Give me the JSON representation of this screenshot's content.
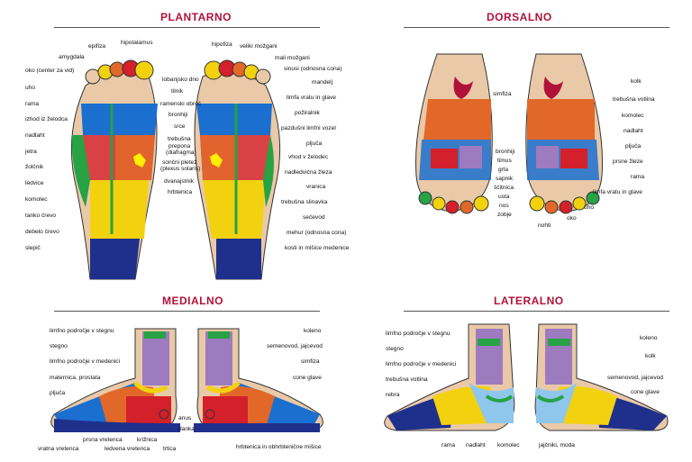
{
  "panels": {
    "plantarno": {
      "title": "PLANTARNO",
      "left_labels": [
        "epifiza",
        "hipotalamus",
        "amygdala",
        "oko (center za vid)",
        "uho",
        "rama",
        "izhod iz želodca",
        "nadlaht",
        "jetra",
        "žolčnik",
        "ledvice",
        "komolec",
        "tanko črevo",
        "debelo črevo",
        "slepič"
      ],
      "center_labels": [
        "lobanjsko dno",
        "tilnik",
        "ramenski obroč",
        "bronhiji",
        "srce",
        "trebušna",
        "prepona",
        "(diafragma)",
        "sončni pletež",
        "(plexus solaris)",
        "dvanajstnik",
        "hrbtenica"
      ],
      "right_labels": [
        "hipofiza",
        "veliki možgani",
        "mali možgani",
        "sinusi (odnosna cona)",
        "mandelj",
        "limfa vratu in glave",
        "požiralnik",
        "pazdušni limfni vozel",
        "pljuča",
        "vhod v želodec",
        "nadledvična žleza",
        "vranica",
        "trebušna slinavka",
        "sečevod",
        "mehur (odnosna cona)",
        "kosti in mišice medenice"
      ]
    },
    "dorsalno": {
      "title": "DORSALNO",
      "left_labels": [
        "simfiza",
        "bronhiji",
        "timus",
        "grla",
        "sapnik",
        "ščitnica",
        "usta",
        "nos",
        "zobje"
      ],
      "right_labels": [
        "kolk",
        "trebušna votlina",
        "komolec",
        "nadlaht",
        "pljuča",
        "prsne žleze",
        "rama",
        "limfa vratu in glave"
      ],
      "bottom_labels": [
        "uho",
        "oko",
        "nohti"
      ]
    },
    "medialno": {
      "title": "MEDIALNO",
      "left_labels": [
        "limfno področje v stegnu",
        "stegno",
        "limfno področje v medenici",
        "maternica, prostata",
        "pljuča"
      ],
      "right_labels": [
        "koleno",
        "semenovod, jajcevod",
        "simfiza",
        "cone glave",
        "anus",
        "danka"
      ],
      "bottom_labels": [
        "prsna vretenca",
        "vratna vretenca",
        "ledvena vretenca",
        "križnica",
        "trtica",
        "hrbtenica in obhrbtenične mišice"
      ]
    },
    "lateralno": {
      "title": "LATERALNO",
      "left_labels": [
        "limfno področje v stegnu",
        "stegno",
        "limfno področje v medenici",
        "trebušna votlina",
        "rebra"
      ],
      "right_labels": [
        "koleno",
        "kolk",
        "semenovod, jajcevod",
        "cone glave"
      ],
      "bottom_labels": [
        "rama",
        "nadlaht",
        "komolec",
        "jajčniki, moda"
      ]
    }
  },
  "colors": {
    "title": "#b0123a",
    "blue_dark": "#1f2f8c",
    "blue": "#1a6fcf",
    "yellow": "#f2d20f",
    "orange": "#e2682a",
    "red": "#d4202a",
    "green": "#27a244",
    "purple": "#9e7bbf",
    "tan": "#e9c9a8",
    "light_blue": "#8fc6ec"
  }
}
